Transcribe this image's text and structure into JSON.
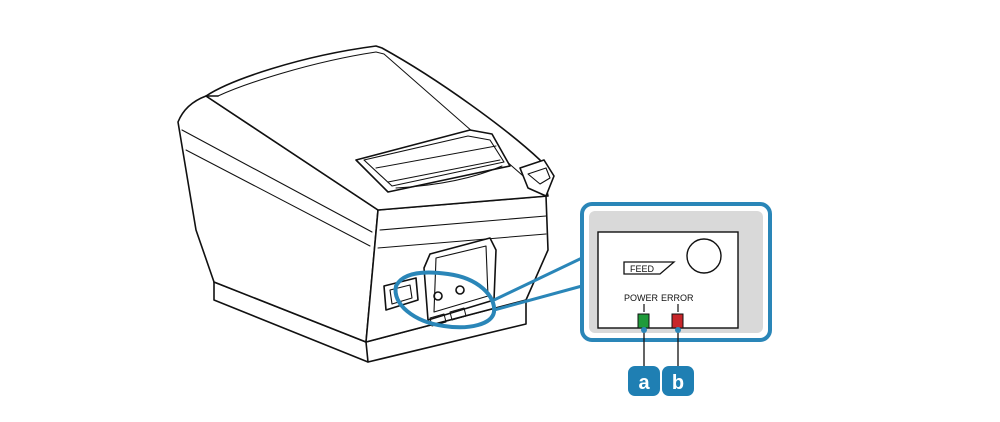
{
  "panel": {
    "feed_label": "FEED",
    "power_label": "POWER",
    "error_label": "ERROR"
  },
  "callouts": {
    "a": "a",
    "b": "b"
  },
  "colors": {
    "accent": "#2a86b8",
    "callout_fill": "#1f7fb3",
    "power_led": "#1f9a3a",
    "error_led": "#c8262a",
    "line": "#111111"
  },
  "icons": [
    "printer-illustration",
    "feed-button-icon",
    "circle-knob-icon"
  ]
}
